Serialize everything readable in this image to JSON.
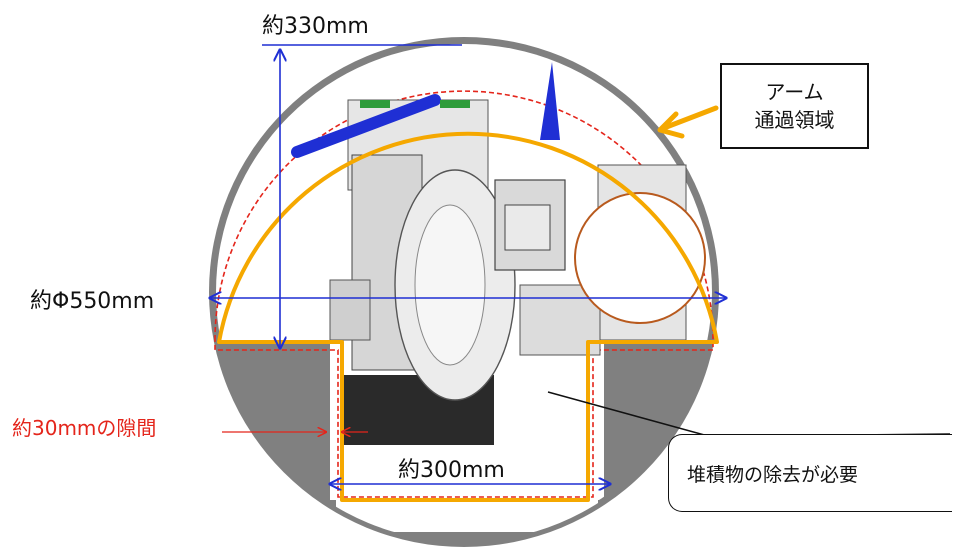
{
  "labels": {
    "height": "約330mm",
    "diameter": "約Φ550mm",
    "gap": "約30mmの隙間",
    "slot_width": "約300mm"
  },
  "callouts": {
    "arm_line1": "アーム",
    "arm_line2": "通過領域",
    "debris": "堆積物の除去が必要"
  },
  "colors": {
    "pipe_wall": "#808080",
    "arm_passage_outline": "#f5a800",
    "clearance_line": "#e4251b",
    "dimension_line": "#1f2fd4",
    "arm_arrow": "#f5a800"
  }
}
